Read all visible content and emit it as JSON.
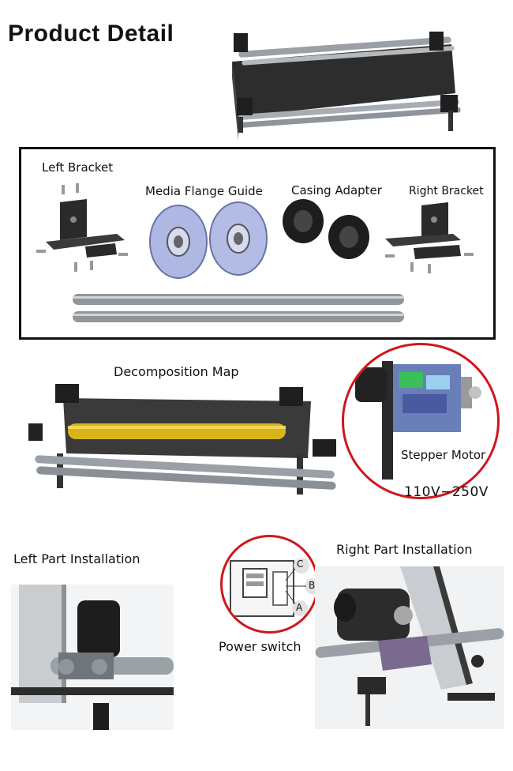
{
  "title": "Product  Detail",
  "parts": {
    "left_bracket": "Left Bracket",
    "media_flange_guide": "Media Flange Guide",
    "casing_adapter": "Casing Adapter",
    "right_bracket": "Right Bracket"
  },
  "decomposition_map": "Decomposition Map",
  "stepper_motor": "Stepper Motor",
  "voltage": "110V−250V",
  "left_install": "Left Part Installation",
  "right_install": "Right Part Installation",
  "power_switch": "Power switch",
  "switch_labels": {
    "c": "C",
    "b": "B",
    "a": "A"
  }
}
